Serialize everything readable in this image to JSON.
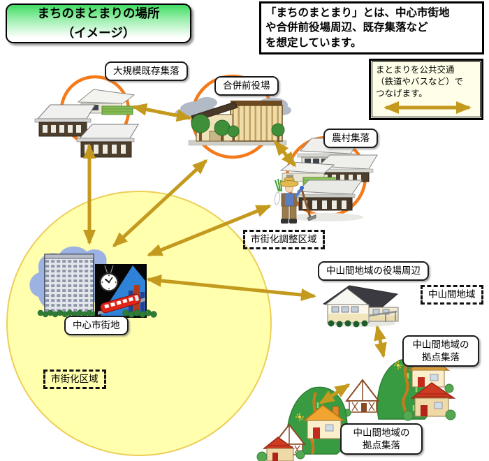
{
  "title": "まちのまとまりの場所\n（イメージ）",
  "description": "「まちのまとまり」とは、中心市街地\nや合併前役場周辺、既存集落など\nを想定しています。",
  "transit_note": "まとまりを公共交通\n（鉄道やバスなど）で\nつなげます。",
  "labels": {
    "large_settlement": "大規模既存集落",
    "former_town_hall": "合併前役場",
    "rural_settlement": "農村集落",
    "urbanization_control_area": "市街化調整区域",
    "mountain_town_hall": "中山間地域の役場周辺",
    "mountain_area": "中山間地域",
    "city_center": "中心市街地",
    "urbanization_area": "市街化区域",
    "base_settlement": "中山間地域の\n拠点集落"
  },
  "colors": {
    "arrow": "#C49A1E",
    "cluster_ring": "#F57A1A",
    "urban_area_fill": "#FFFFAE",
    "urban_area_edge": "#EECE58",
    "title_gradient_top": "#42DC62"
  }
}
